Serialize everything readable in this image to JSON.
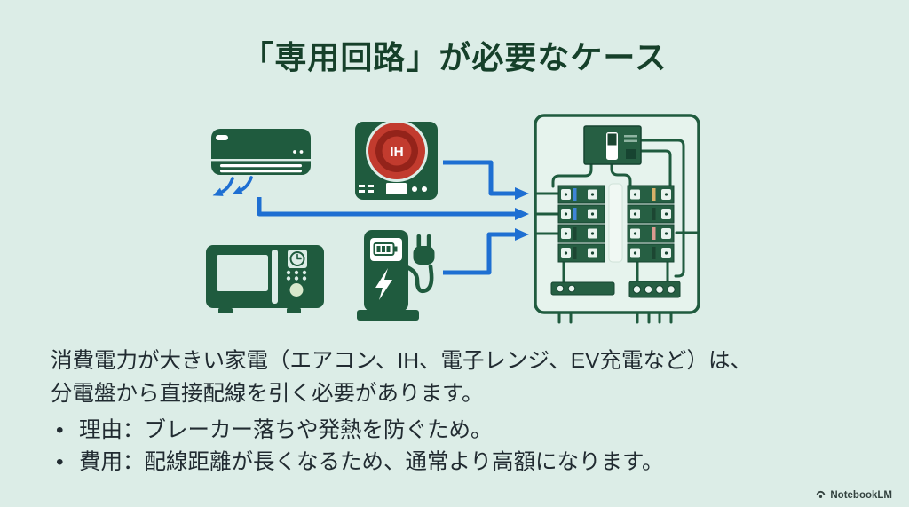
{
  "slide": {
    "title": "「専用回路」が必要なケース",
    "body_lines": [
      "消費電力が大きい家電（エアコン、IH、電子レンジ、EV充電など）は、",
      "分電盤から直接配線を引く必要があります。"
    ],
    "bullet_glyph": "•",
    "bullets": [
      "理由：ブレーカー落ちや発熱を防ぐため。",
      "費用：配線距離が長くなるため、通常より高額になります。"
    ]
  },
  "diagram": {
    "ih_badge": "IH",
    "icons": [
      "air-conditioner-icon",
      "ih-cooktop-icon",
      "microwave-icon",
      "ev-charger-icon",
      "distribution-panel-icon"
    ],
    "colors": {
      "background": "#dcede7",
      "icon_green": "#1f5b3e",
      "panel_fill": "#e6f3ed",
      "arrow_blue": "#1e6fd2",
      "burner_red": "#c23b2e",
      "burner_dark_red": "#94231a",
      "breaker_stripe_blue": "#3f85d6",
      "breaker_stripe_tan": "#d8b169",
      "breaker_stripe_pink": "#dc9a90"
    }
  },
  "watermark": {
    "text": "NotebookLM"
  }
}
